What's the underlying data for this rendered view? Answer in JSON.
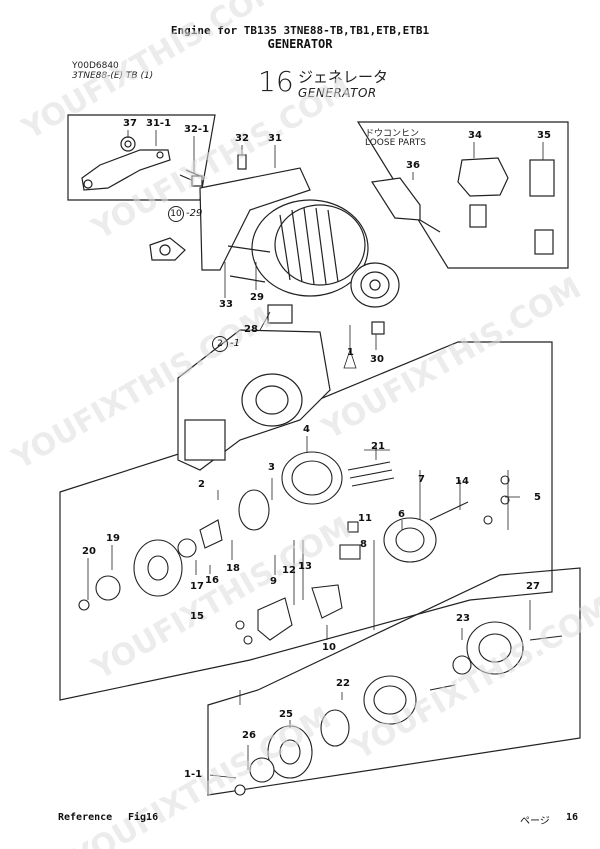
{
  "header": {
    "line1": "Engine for TB135  3TNE88-TB,TB1,ETB,ETB1",
    "line2": "GENERATOR"
  },
  "figure": {
    "code": "Y00D6840",
    "model": "3TNE88-(E) TB (1)",
    "number": "16",
    "title_jp": "ジェネレータ",
    "title_en": "GENERATOR"
  },
  "loose_box": {
    "label_jp": "ドウコンヒン",
    "label_en": "LOOSE PARTS"
  },
  "callouts": [
    "37",
    "31-1",
    "32-1",
    "32",
    "31",
    "34",
    "35",
    "36",
    "10",
    "-29",
    "33",
    "29",
    "28",
    "2",
    "-1",
    "1",
    "30",
    "4",
    "21",
    "3",
    "7",
    "14",
    "5",
    "19",
    "20",
    "6",
    "12",
    "13",
    "16",
    "17",
    "18",
    "15",
    "9",
    "11",
    "8",
    "10",
    "27",
    "23",
    "22",
    "25",
    "26",
    "1-1"
  ],
  "watermark": "YOUFIXTHIS.COM",
  "footer": {
    "reference": "Reference",
    "fig": "Fig16",
    "page_label": "ページ",
    "page_number": "16"
  }
}
